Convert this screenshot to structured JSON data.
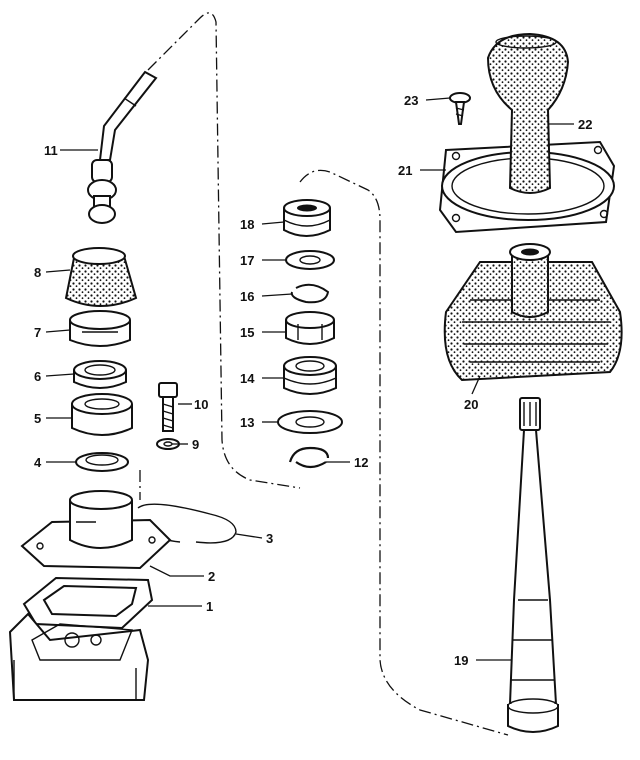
{
  "callouts": {
    "c1": "1",
    "c2": "2",
    "c3": "3",
    "c4": "4",
    "c5": "5",
    "c6": "6",
    "c7": "7",
    "c8": "8",
    "c9": "9",
    "c10": "10",
    "c11": "11",
    "c12": "12",
    "c13": "13",
    "c14": "14",
    "c15": "15",
    "c16": "16",
    "c17": "17",
    "c18": "18",
    "c19": "19",
    "c20": "20",
    "c21": "21",
    "c22": "22",
    "c23": "23"
  },
  "colors": {
    "ink": "#111111",
    "paper": "#ffffff"
  }
}
